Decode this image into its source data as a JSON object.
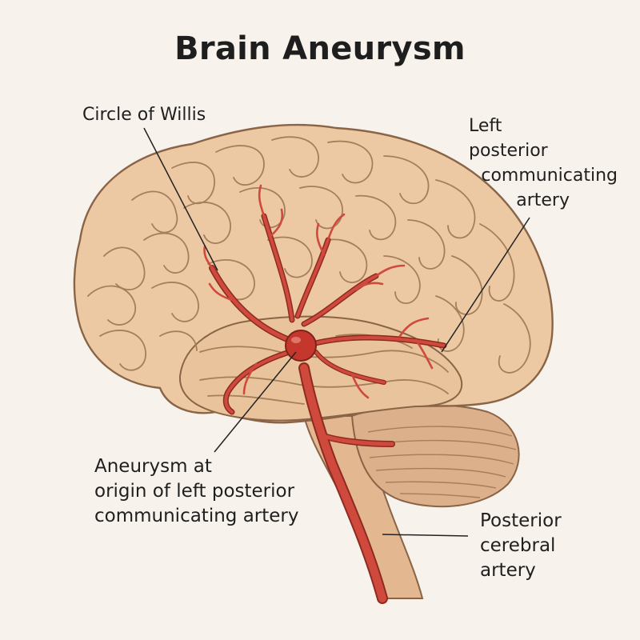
{
  "title": "Brain Aneurysm",
  "labels": {
    "circle_of_willis": "Circle of Willis",
    "left_pcomm": [
      "Left",
      "posterior",
      "communicating",
      "artery"
    ],
    "aneurysm": [
      "Aneurysm at",
      "origin of left posterior",
      "communicating artery"
    ],
    "pca": [
      "Posterior",
      "cerebral",
      "artery"
    ]
  },
  "colors": {
    "background": "#f7f2ec",
    "brain_fill": "#ecc9a3",
    "brain_outline": "#8a6446",
    "gyri": "#a67e5c",
    "artery": "#cf4a3c",
    "artery_outline": "#8e2a20",
    "aneurysm": "#c5372c",
    "cerebellum": "#ddb08c",
    "leader_line": "#222222"
  }
}
